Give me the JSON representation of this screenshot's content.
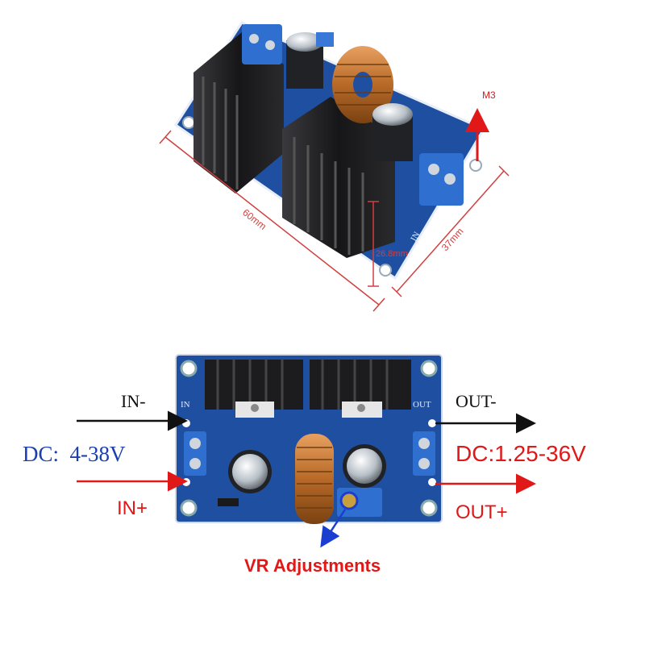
{
  "top_view": {
    "m3_label": "M3",
    "length_label": "60mm",
    "height_label": "26.8mm",
    "width_label": "37mm",
    "silk_in": "IN"
  },
  "bottom_view": {
    "in_minus": "IN-",
    "out_minus": "OUT-",
    "dc_in": "DC:  4-38V",
    "dc_out": "DC:1.25-36V",
    "in_plus": "IN+",
    "out_plus": "OUT+",
    "vr_label": "VR Adjustments",
    "silk_in": "IN",
    "silk_out": "OUT"
  },
  "colors": {
    "pcb_blue": "#1f4fa0",
    "terminal_blue": "#2f6fd0",
    "heatsink": "#1c1c1e",
    "dimension": "#d04040",
    "arrow_red": "#e01818",
    "arrow_black": "#111111",
    "dc_text_blue": "#1a3fb0",
    "vr_circle": "#1a3fd0"
  }
}
